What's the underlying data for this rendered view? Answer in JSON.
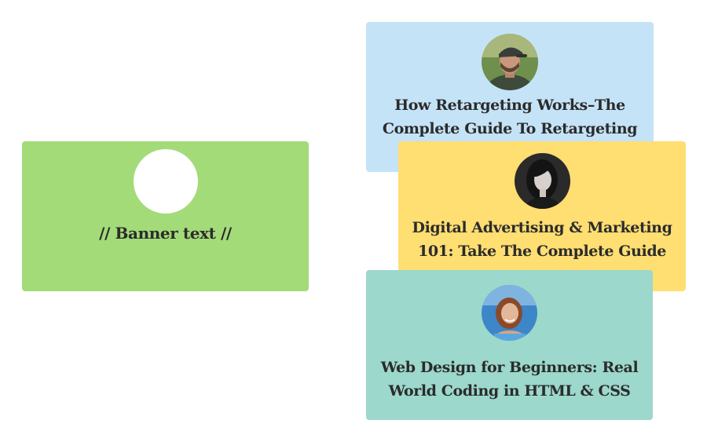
{
  "banner": {
    "text": "// Banner text //",
    "color": "#a3db78"
  },
  "cards": [
    {
      "title": "How Retargeting Works–The Complete Guide To Retargeting",
      "color": "#c4e3f7",
      "avatar": "man-with-cap-avatar"
    },
    {
      "title": "Digital Advertising & Marketing 101: Take The Complete Guide",
      "color": "#ffde72",
      "avatar": "woman-dark-hair-avatar"
    },
    {
      "title": "Web Design for Beginners: Real World Coding in HTML & CSS",
      "color": "#9cd8cc",
      "avatar": "woman-red-hair-avatar"
    }
  ]
}
